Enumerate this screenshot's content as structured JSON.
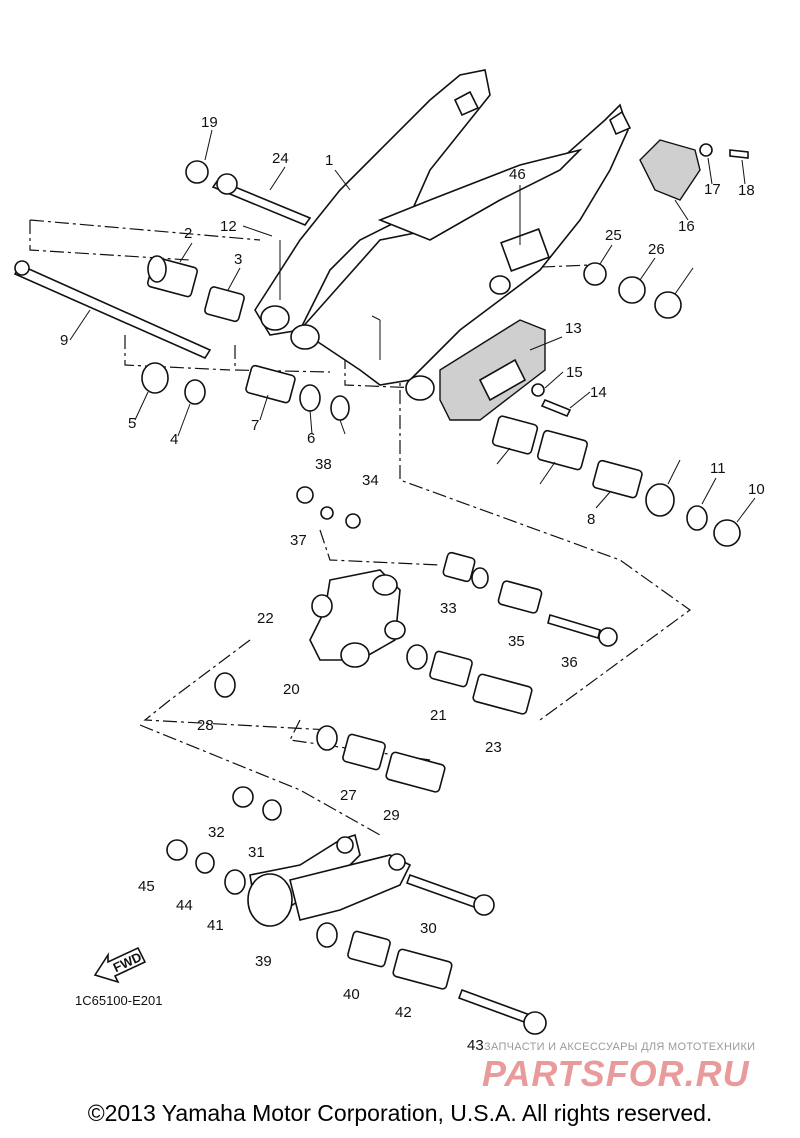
{
  "diagram": {
    "reference_code": "1C65100-E201",
    "fwd_label": "FWD",
    "callouts": [
      "1",
      "2",
      "3",
      "4",
      "5",
      "6",
      "7",
      "8",
      "9",
      "10",
      "11",
      "12",
      "13",
      "14",
      "15",
      "16",
      "17",
      "18",
      "19",
      "20",
      "21",
      "22",
      "23",
      "24",
      "25",
      "26",
      "27",
      "28",
      "29",
      "30",
      "31",
      "32",
      "33",
      "34",
      "35",
      "36",
      "37",
      "38",
      "39",
      "40",
      "41",
      "42",
      "43",
      "44",
      "45",
      "46"
    ]
  },
  "watermark": {
    "subtitle": "ЗАПЧАСТИ И АКСЕССУАРЫ ДЛЯ МОТОТЕХНИКИ",
    "logo": "PARTSFOR.RU",
    "color": "#e06a6a"
  },
  "footer": {
    "copyright": "©2013 Yamaha Motor Corporation, U.S.A. All rights reserved."
  }
}
